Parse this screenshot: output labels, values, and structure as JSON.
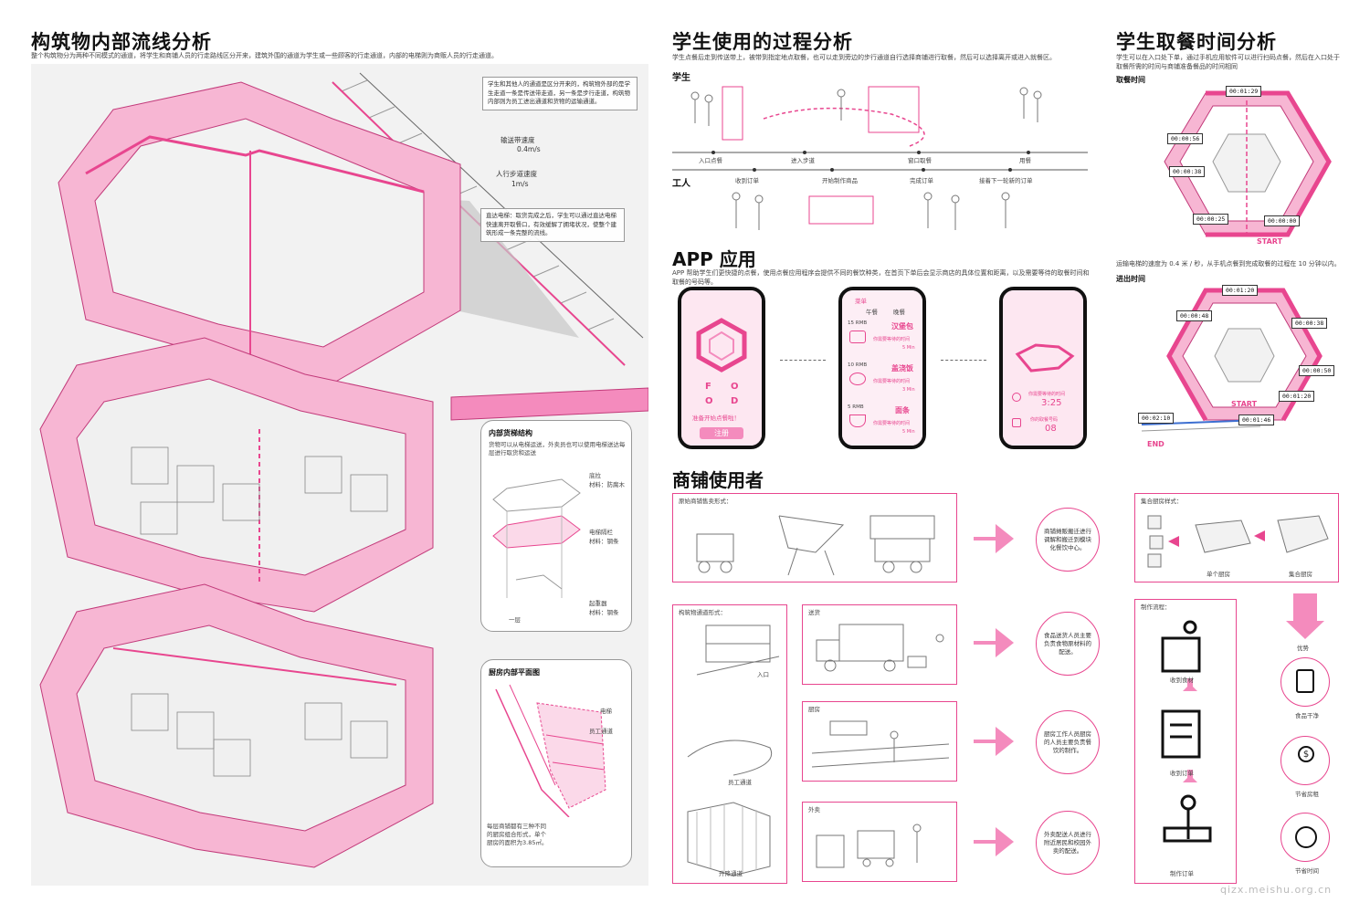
{
  "left": {
    "title": "构筑物内部流线分析",
    "subtitle": "整个构筑物分为两种不同模式的通道，将学生和商铺人员的行走路线区分开来，建筑外围的通道为学生或一些顾客的行走通道，内部的电梯则为商贩人员的行走通道。",
    "callout1": "学生和其他人的通道是区分开来的，构筑物外部的是学生走道一条是传送带走道，另一条是步行走道，构筑物内部则为员工进出通道和货物的运输通道。",
    "label_belt_speed": "输送带速度",
    "label_belt_value": "0.4m/s",
    "label_walk_speed": "人行步道速度",
    "label_walk_value": "1m/s",
    "callout2": "直达电梯：取货完成之后，学生可以通过直达电梯快速离开取餐口，有效缓解了拥堵状况，使整个建筑形成一条完整的流线。",
    "inner_title": "内部货梯结构",
    "inner_desc": "货物可以从电梯运送，外卖员也可以使用电梯送达每层进行取货和运送",
    "inner_l1": "底拉",
    "inner_l1b": "材料：防腐木",
    "inner_l2": "电梯隔栏",
    "inner_l2b": "材料：钢条",
    "inner_l3": "起重器",
    "inner_l3b": "材料：钢条",
    "inner_floor1": "一层",
    "kitchen_title": "厨房内部平面图",
    "kitchen_l1": "电梯",
    "kitchen_l2": "员工通道",
    "kitchen_desc": "每层商铺都有三种不同的厨房组合形式，单个厨房的面积为3.85㎡。"
  },
  "mid": {
    "title": "学生使用的过程分析",
    "desc": "学生点餐后走到传送带上，被带到指定地点取餐，也可以走到旁边的步行通道自行选择商铺进行取餐，然后可以选择离开或进入就餐区。",
    "row_student": "学生",
    "row_worker": "工人",
    "student_steps": [
      "入口点餐",
      "进入步道",
      "窗口取餐",
      "用餐"
    ],
    "worker_steps": [
      "收到订单",
      "开始制作商品",
      "完成订单",
      "接着下一轮新的订单"
    ],
    "app_title": "APP 应用",
    "app_desc": "APP 帮助学生们更快捷的点餐，使用点餐应用程序会提供不同的餐饮种类，在首页下单后会显示商店的具体位置和距离，以及需要等待的取餐时间和取餐的号码等。",
    "phone1": {
      "letters": [
        "F",
        "O",
        "O",
        "D"
      ],
      "hint": "准备开始点餐啦！",
      "button": "注册"
    },
    "phone2": {
      "header": "菜单",
      "tabs": [
        "午餐",
        "晚餐"
      ],
      "items": [
        {
          "price": "15 RMB",
          "name": "汉堡包",
          "wait": "你需要等待的时间",
          "time": "5 Min"
        },
        {
          "price": "10 RMB",
          "name": "盖浇饭",
          "wait": "你需要等待的时间",
          "time": "3 Min"
        },
        {
          "price": "5 RMB",
          "name": "面条",
          "wait": "你需要等待的时间",
          "time": "5 Min"
        }
      ]
    },
    "phone3": {
      "wait_label": "你需要等待的时间",
      "wait_value": "3:25",
      "num_label": "你的取餐号码",
      "num_value": "08"
    },
    "shop_title": "商铺使用者",
    "box1_title": "原始商铺售卖形式：",
    "box1_result": "商铺摊贩搬迁进行调解和搬迁到模块化餐饮中心。",
    "box2_title": "构筑物通道形式：",
    "box2_l1": "入口",
    "box2_l2": "员工通道",
    "box2_l3": "升降通道",
    "sub1_title": "送货",
    "sub1_result": "食品送货人员主要负责食物原材料的配送。",
    "sub2_title": "厨房",
    "sub2_result": "厨房工作人员厨房的人员主要负责餐饮的制作。",
    "sub3_title": "外卖",
    "sub3_result": "外卖配送人员进行附近居民和校园外卖的配送。"
  },
  "right": {
    "title": "学生取餐时间分析",
    "desc": "学生可以在入口处下单，通过手机应用软件可以进行扫码点餐，然后在入口处于取餐所需的时间与商铺准备餐品的时间相同",
    "pick_title": "取餐时间",
    "pick_timers": [
      "00:01:29",
      "00:00:56",
      "00:00:38",
      "00:00:25",
      "00:00:00"
    ],
    "pick_start": "START",
    "speed_desc": "运输电梯的速度为 0.4 米 / 秒，从手机点餐到完成取餐的过程在 10 分钟以内。",
    "exit_title": "进出时间",
    "exit_timers": [
      "00:01:20",
      "00:00:48",
      "00:00:38",
      "00:00:50",
      "00:01:20",
      "00:02:10",
      "00:01:46"
    ],
    "exit_start": "START",
    "exit_end": "END",
    "kitchen_box_title": "集合厨房样式：",
    "kitchen_single": "单个厨房",
    "kitchen_collective": "集合厨房",
    "advantage": "优势",
    "adv_items": [
      "食品干净",
      "节省房租",
      "节省时间"
    ],
    "process_title": "制作流程：",
    "process_steps": [
      "收到食材",
      "收到订单",
      "制作订单"
    ]
  },
  "watermark": "qizx.meishu.org.cn",
  "colors": {
    "pink": "#e8468f",
    "lightpink": "#f7b6d3",
    "midpink": "#f48bbd"
  }
}
